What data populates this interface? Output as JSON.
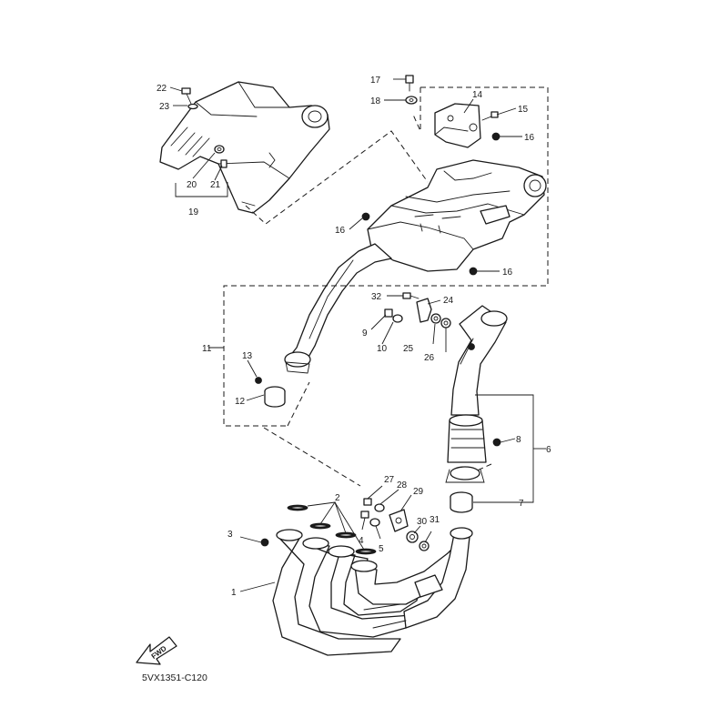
{
  "diagram_code": "5VX1351-C120",
  "fwd_label": "FWD",
  "callouts": {
    "c1": "1",
    "c2": "2",
    "c3": "3",
    "c4": "4",
    "c5": "5",
    "c6": "6",
    "c7": "7",
    "c8": "8",
    "c9": "9",
    "c10": "10",
    "c11": "11",
    "c12": "12",
    "c13": "13",
    "c14": "14",
    "c15": "15",
    "c16a": "16",
    "c16b": "16",
    "c16c": "16",
    "c17": "17",
    "c18": "18",
    "c19": "19",
    "c20": "20",
    "c21": "21",
    "c22": "22",
    "c23": "23",
    "c24": "24",
    "c25": "25",
    "c26": "26",
    "c27": "27",
    "c28": "28",
    "c29": "29",
    "c30": "30",
    "c31": "31",
    "c32": "32"
  }
}
